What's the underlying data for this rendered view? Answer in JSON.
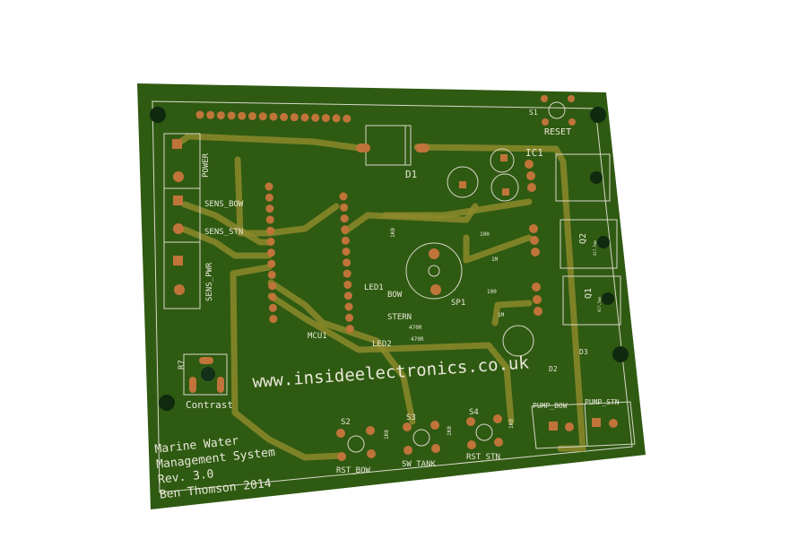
{
  "board": {
    "colors": {
      "soldermask": "#2f5a12",
      "copper_pad": "#c0743a",
      "trace": "#8c8a2a",
      "silkscreen": "#e8e8d8"
    },
    "website": "www.insideelectronics.co.uk",
    "title_lines": [
      "Marine Water",
      "Management System",
      "Rev. 3.0",
      "Ben Thomson 2014"
    ],
    "labels": {
      "s1": "S1",
      "reset": "RESET",
      "ic1": "IC1",
      "d1": "D1",
      "power": "POWER",
      "sens_bow": "SENS_BOW",
      "sens_stn": "SENS_STN",
      "sens_pwr": "SENS_PWR",
      "led1": "LED1",
      "bow": "BOW",
      "stern": "STERN",
      "led2": "LED2",
      "mcu1": "MCU1",
      "sp1": "SP1",
      "q1": "Q1",
      "q2": "Q2",
      "d2": "D2",
      "d3": "D3",
      "r7": "R7",
      "contrast": "Contrast",
      "pump_bow": "PUMP_BOW",
      "pump_stn": "PUMP_STN",
      "s2": "S2",
      "s3": "S3",
      "s4": "S4",
      "rst_bow": "RST_BOW",
      "sw_tank": "SW_TANK",
      "rst_stn": "RST_STN",
      "r_100a": "100",
      "r_1ma": "1M",
      "r_100b": "100",
      "r_1mb": "1M",
      "r_470a": "470R",
      "r_470b": "470R",
      "r_1k_a": "1K0",
      "r_1k_b": "1K0",
      "r_1k_c": "1K0",
      "r_1k_d": "1K0",
      "heatsink": "A17,5mm"
    }
  }
}
